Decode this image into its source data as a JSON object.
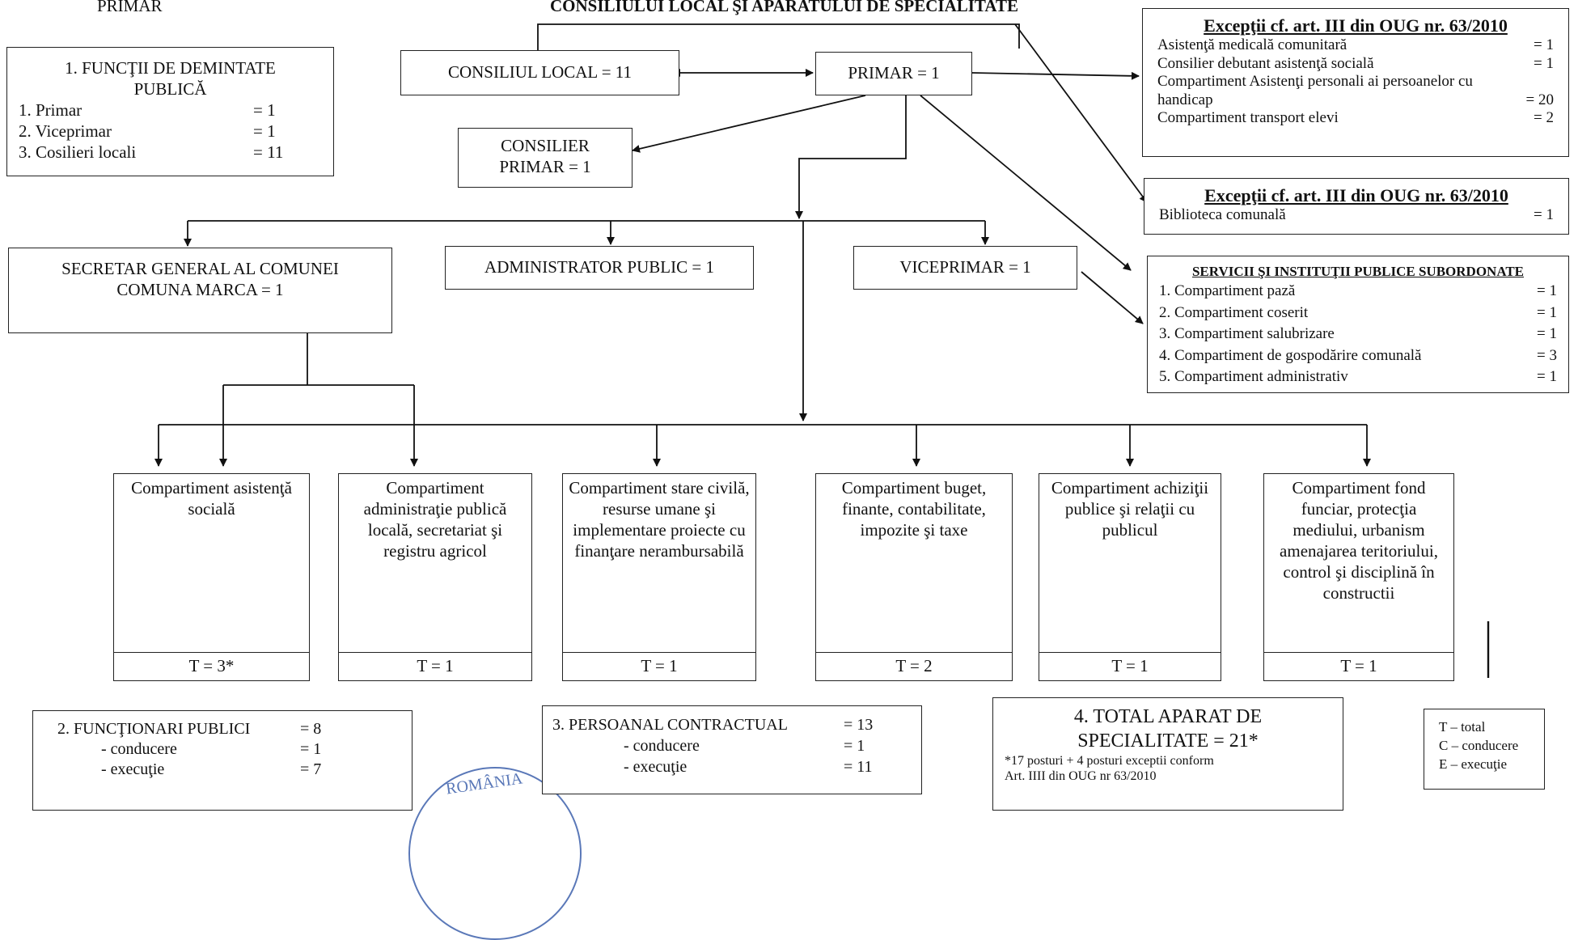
{
  "header": {
    "left": "PRIMAR",
    "center": "CONSILIULUI LOCAL ŞI APARATULUI DE SPECIALITATE"
  },
  "functii": {
    "title_l1": "1. FUNCŢII DE DEMINTATE",
    "title_l2": "PUBLICĂ",
    "items": [
      {
        "label": "1. Primar",
        "value": "= 1"
      },
      {
        "label": "2. Viceprimar",
        "value": "= 1"
      },
      {
        "label": "3. Cosilieri locali",
        "value": "= 11"
      }
    ]
  },
  "consiliu_local": "CONSILIUL  LOCAL = 11",
  "primar": "PRIMAR = 1",
  "consilier_primar": {
    "l1": "CONSILIER",
    "l2": "PRIMAR = 1"
  },
  "exceptii1": {
    "title": "Excepţii cf. art. III din OUG nr. 63/2010",
    "rows": [
      {
        "label": "Asistenţă medicală comunitară",
        "value": "= 1"
      },
      {
        "label": "Consilier debutant asistenţă socială",
        "value": "= 1"
      },
      {
        "label": "Compartiment Asistenţi personali ai persoanelor cu",
        "value": ""
      },
      {
        "label": "handicap",
        "value": "= 20"
      },
      {
        "label": "Compartiment transport elevi",
        "value": "= 2"
      }
    ]
  },
  "exceptii2": {
    "title": "Excepţii cf. art. III din OUG nr. 63/2010",
    "rows": [
      {
        "label": "Biblioteca comunală",
        "value": "= 1"
      }
    ]
  },
  "servicii": {
    "title": "SERVICII ŞI INSTITUŢII PUBLICE SUBORDONATE",
    "rows": [
      {
        "label": "1. Compartiment pază",
        "value": "= 1"
      },
      {
        "label": "2. Compartiment coserit",
        "value": "= 1"
      },
      {
        "label": "3. Compartiment salubrizare",
        "value": "= 1"
      },
      {
        "label": "4. Compartiment de gospodărire comunală",
        "value": "= 3"
      },
      {
        "label": "5. Compartiment administrativ",
        "value": "= 1"
      }
    ]
  },
  "secretar": {
    "l1": "SECRETAR GENERAL  AL COMUNEI",
    "l2": "COMUNA MARCA = 1"
  },
  "administrator": "ADMINISTRATOR PUBLIC = 1",
  "viceprimar": "VICEPRIMAR = 1",
  "compartimente": [
    {
      "name": "Compartiment asistenţă socială",
      "total": "T = 3*"
    },
    {
      "name": "Compartiment administraţie publică locală, secretariat şi registru agricol",
      "total": "T = 1"
    },
    {
      "name": "Compartiment stare civilă, resurse umane şi implementare proiecte cu finanţare nerambursabilă",
      "total": "T = 1"
    },
    {
      "name": "Compartiment buget, finante, contabilitate, impozite şi taxe",
      "total": "T = 2"
    },
    {
      "name": "Compartiment achiziţii publice şi relaţii cu publicul",
      "total": "T = 1"
    },
    {
      "name": "Compartiment fond funciar, protecţia mediului, urbanism amenajarea teritoriului, control  şi disciplină în constructii",
      "total": "T = 1"
    }
  ],
  "functionari": {
    "rows": [
      {
        "label": "2. FUNCŢIONARI PUBLICI",
        "value": "=  8"
      },
      {
        "label": "- conducere",
        "value": "=  1"
      },
      {
        "label": "- execuţie",
        "value": "=  7"
      }
    ]
  },
  "contractual": {
    "rows": [
      {
        "label": "3. PERSOANAL CONTRACTUAL",
        "value": "=  13"
      },
      {
        "label": "- conducere",
        "value": "=  1"
      },
      {
        "label": "- execuţie",
        "value": "=  11"
      }
    ]
  },
  "total": {
    "l1": "4. TOTAL APARAT DE",
    "l2": "SPECIALITATE  =  21*",
    "note1": "*17  posturi  +  4  posturi  exceptii  conform",
    "note2": "Art. IIII din OUG nr 63/2010"
  },
  "legend": {
    "rows": [
      "T – total",
      "C – conducere",
      "E  – execuţie"
    ]
  },
  "stamp": {
    "text": "ROMÂNIA"
  }
}
